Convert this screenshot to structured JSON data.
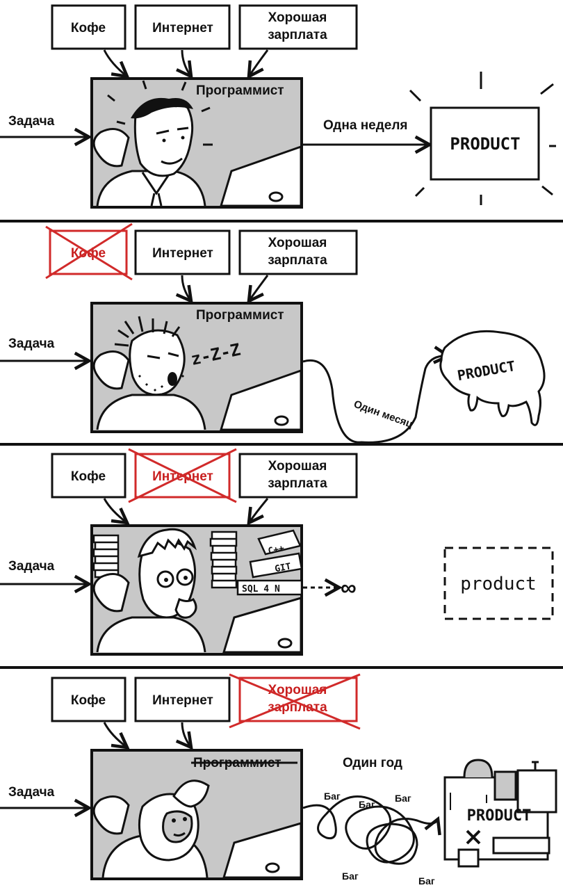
{
  "colors": {
    "ink": "#111111",
    "frame_fill": "#c8c8c8",
    "cross_red": "#d12a2a"
  },
  "panels": [
    {
      "inputs": [
        {
          "label": "Кофе",
          "crossed": false
        },
        {
          "label": "Интернет",
          "crossed": false
        },
        {
          "label": "Хорошая",
          "label2": "зарплата",
          "crossed": false
        }
      ],
      "task_label": "Задача",
      "frame_title": "Программист",
      "time_label": "Одна неделя",
      "product_label": "PRODUCT",
      "character_icon": "happy-programmer-icon"
    },
    {
      "inputs": [
        {
          "label": "Кофе",
          "crossed": true
        },
        {
          "label": "Интернет",
          "crossed": false
        },
        {
          "label": "Хорошая",
          "label2": "зарплата",
          "crossed": false
        }
      ],
      "task_label": "Задача",
      "frame_title": "Программист",
      "sleep_text": "z-Z-Z",
      "time_label": "Один месяц",
      "product_label": "PRODUCT",
      "character_icon": "sleepy-programmer-icon"
    },
    {
      "inputs": [
        {
          "label": "Кофе",
          "crossed": false
        },
        {
          "label": "Интернет",
          "crossed": true
        },
        {
          "label": "Хорошая",
          "label2": "зарплата",
          "crossed": false
        }
      ],
      "task_label": "Задача",
      "books": [
        "C++",
        "GIT",
        "SQL 4 N"
      ],
      "infinity": "∞",
      "product_label": "product",
      "character_icon": "confused-programmer-icon"
    },
    {
      "inputs": [
        {
          "label": "Кофе",
          "crossed": false
        },
        {
          "label": "Интернет",
          "crossed": false
        },
        {
          "label": "Хорошая",
          "label2": "зарплата",
          "crossed": true
        }
      ],
      "task_label": "Задача",
      "frame_title": "Программист",
      "time_label": "Один год",
      "bugs": [
        "Баг",
        "Баг",
        "Баг",
        "Баг",
        "Баг"
      ],
      "product_label": "PRODUCT",
      "character_icon": "monkey-programmer-icon"
    }
  ]
}
